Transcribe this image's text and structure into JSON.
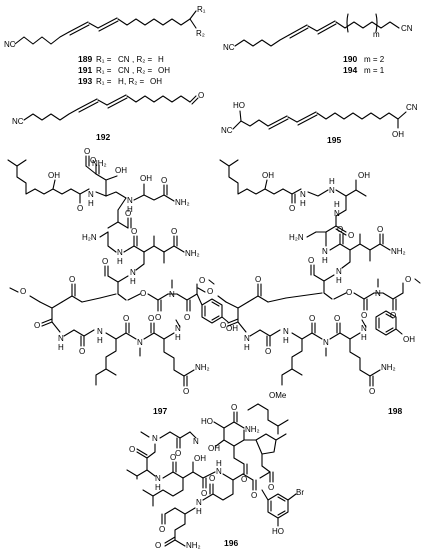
{
  "compounds": [
    {
      "id": "189",
      "r1": "CN",
      "r2": "H"
    },
    {
      "id": "191",
      "r1": "CN",
      "r2": "OH"
    },
    {
      "id": "193",
      "r1": "H",
      "r2": "OH"
    }
  ],
  "labels": {
    "c190": "190",
    "c190_m": "m = 2",
    "c194": "194",
    "c194_m": "m = 1",
    "c192": "192",
    "c195": "195",
    "c197": "197",
    "c198": "198",
    "c196": "196",
    "m": "m"
  },
  "atoms": {
    "NC": "NC",
    "CN": "CN",
    "N": "N",
    "NH": "H",
    "O": "O",
    "OH": "OH",
    "HO": "HO",
    "H2N": "H₂N",
    "NH2": "NH₂",
    "R1": "R₁",
    "R2": "R₂",
    "OMe": "OMe",
    "Br": "Br"
  }
}
